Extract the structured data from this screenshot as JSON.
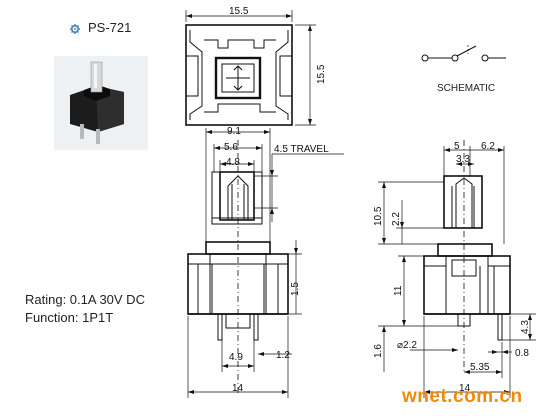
{
  "product": {
    "model": "PS-721",
    "rating": "Rating: 0.1A 30V DC",
    "function": "Function: 1P1T",
    "watermark": "wnet.com.cn"
  },
  "top_view": {
    "width_label": "15.5",
    "height_label": "15.5"
  },
  "schematic": {
    "label": "SCHEMATIC"
  },
  "front_view": {
    "overall_width": "9.1",
    "inner_width": "5.6",
    "plunger_width": "4.8",
    "travel": "4.5 TRAVEL",
    "body_height": "1.5",
    "pin_gap": "4.9",
    "pin_width": "1.2",
    "base_width": "14"
  },
  "side_view": {
    "top_a": "5",
    "top_b": "6.2",
    "plunger": "3.3",
    "total_height": "10.5",
    "plunger_height": "2.2",
    "body_height": "11",
    "pin_height": "4.3",
    "pin_diameter": "⌀2.2",
    "pin_thickness": "0.8",
    "lead_length": "1.6",
    "pitch": "5.35",
    "base_width": "14"
  },
  "colors": {
    "ink": "#111111",
    "watermark": "#f08a0a",
    "photo_body": "#1c1c1c",
    "photo_plunger": "#d8d8d8"
  },
  "icons": {
    "gear": "gear-icon"
  }
}
